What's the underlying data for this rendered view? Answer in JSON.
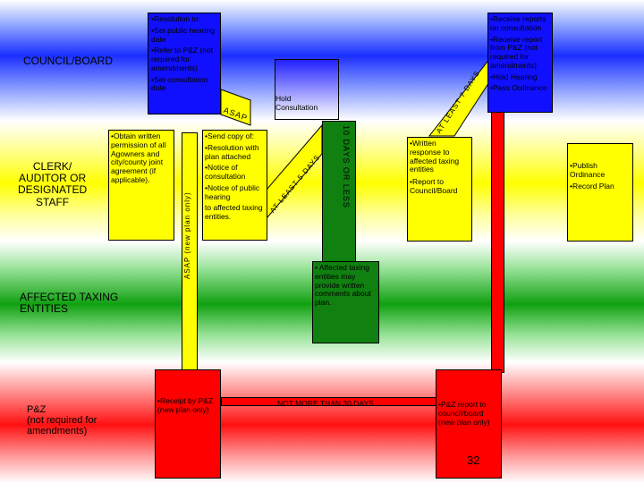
{
  "rows": {
    "council": "COUNCIL/BOARD",
    "clerk": "CLERK/\nAUDITOR OR\nDESIGNATED\nSTAFF",
    "taxing": "AFFECTED TAXING\nENTITIES",
    "pz": "P&Z\n(not required for\namendments)"
  },
  "council_box": [
    "•Resolution to:",
    "•Set public hearing date",
    "•Refer to P&Z (not required for amendments)",
    "•Set consultation date"
  ],
  "receive_box": [
    "•Receive reports on consultation",
    "•Receive report from P&Z (not required for amendments)",
    "•Hold Hearing",
    "•Pass Ordinance"
  ],
  "hold_consultation": "Hold\nConsultation",
  "clerk_left_box": "•Obtain written permission of all Agowners and city/county joint agreement (if applicable).",
  "clerk_mid_box": [
    "•Send copy of:",
    "•Resolution with plan attached",
    "•Notice of consultation",
    "•Notice of public hearing",
    "to affected taxing entities."
  ],
  "clerk_right_box": [
    "•Written response to affected taxing entities",
    "•Report to Council/Board"
  ],
  "publish_box": [
    "•Publish Ordinance",
    "•Record Plan"
  ],
  "green_box": "• Affected taxing entities may provide written comments about plan.",
  "red_left_box": "•Receipt by P&Z (new plan only)",
  "red_right_box": "•P&Z report to council/board (new plan only)",
  "connectors": {
    "asap_vertical": "ASAP (new plan only)",
    "asap_diag": "ASAP",
    "five_days": "AT LEAST 5 DAYS",
    "seven_days": "AT LEAST 7 DAYS",
    "ten_days": "10 DAYS OR LESS",
    "thirty_days": "NOT MORE THAN 30 DAYS"
  },
  "page_number": "32",
  "colors": {
    "blue": "#1010ff",
    "yellow": "#ffff00",
    "green": "#108010",
    "red": "#ff0000"
  }
}
